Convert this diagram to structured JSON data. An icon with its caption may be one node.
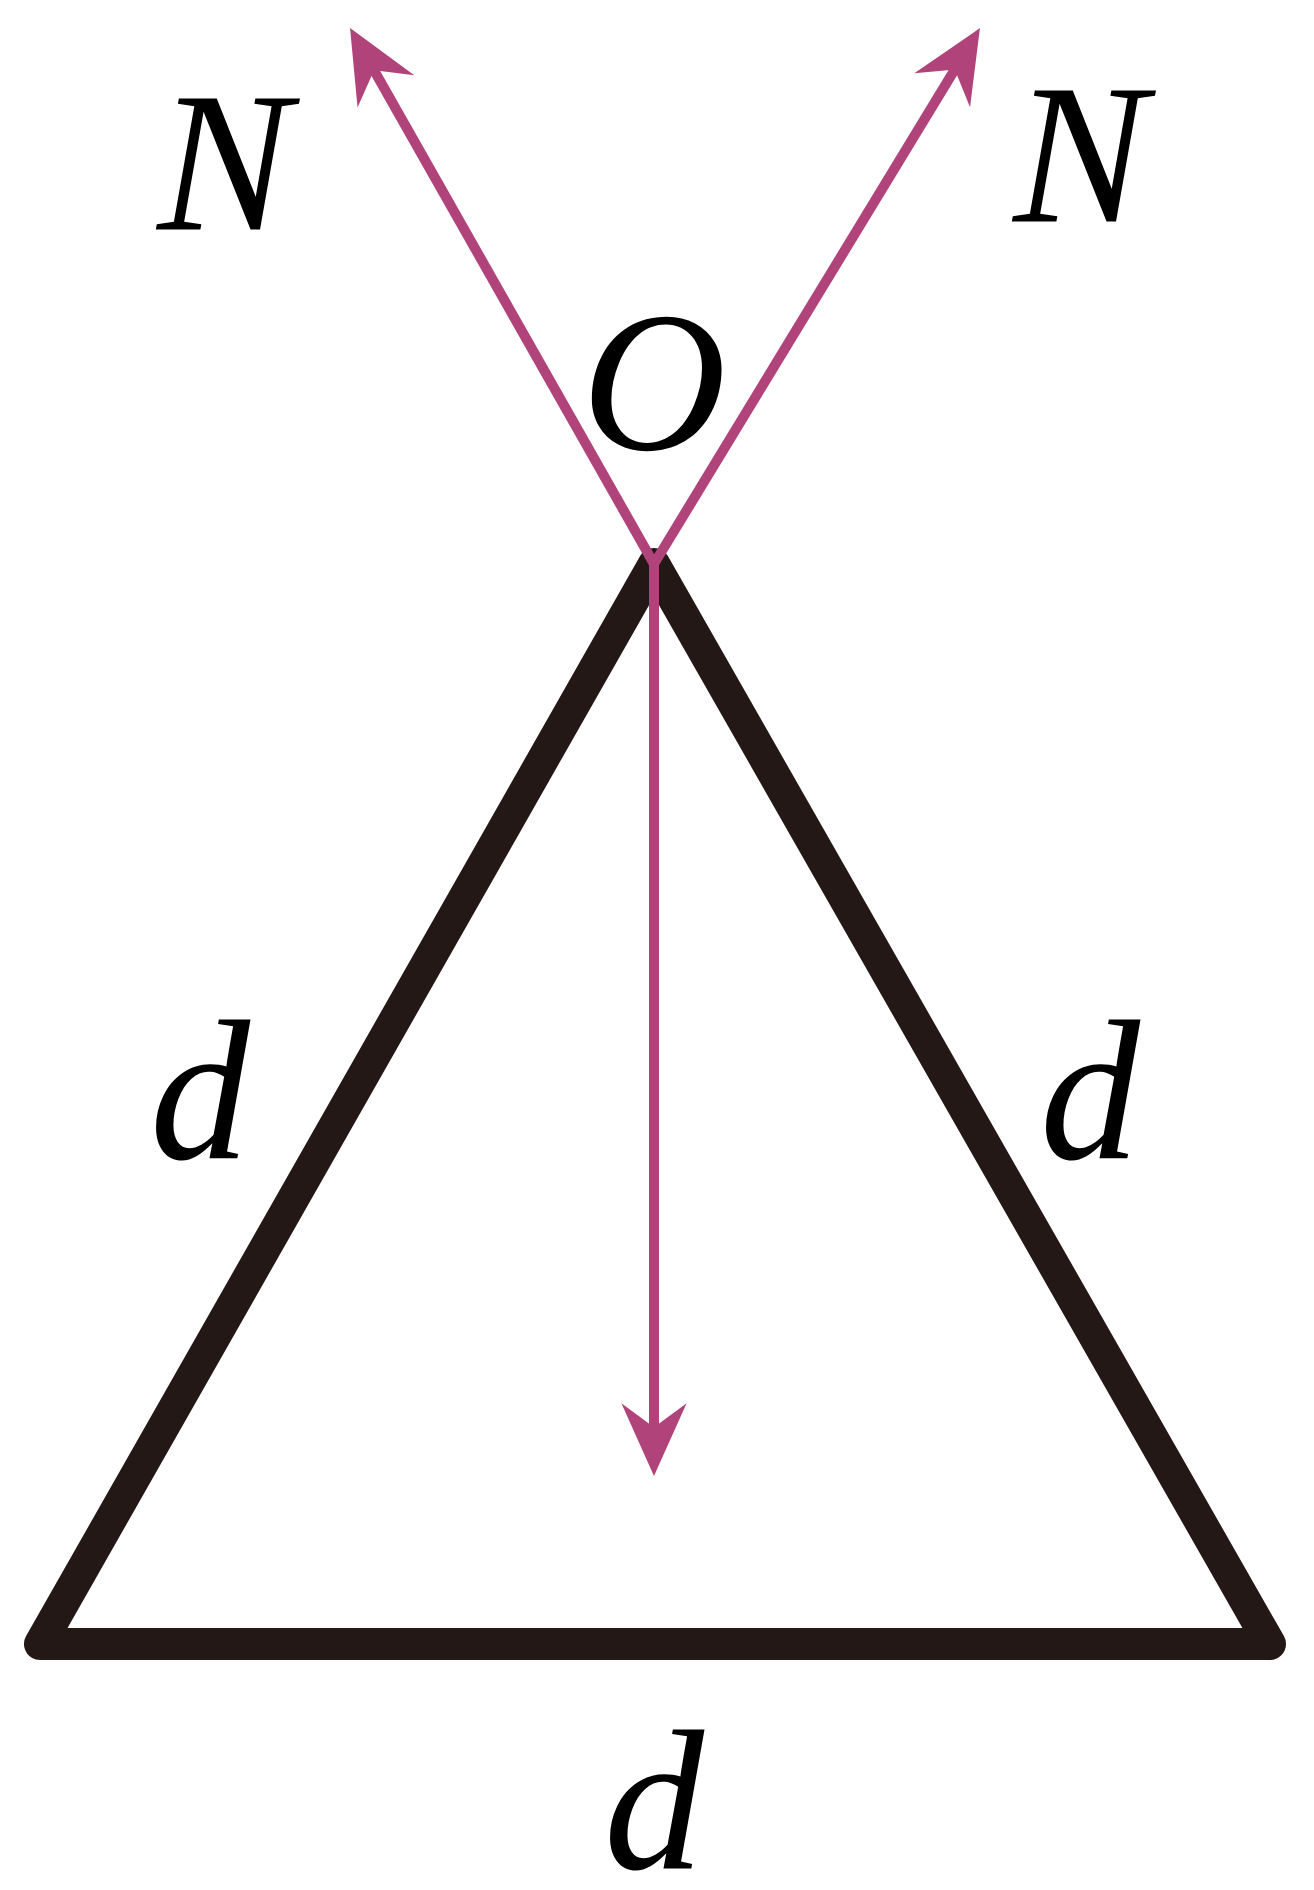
{
  "diagram": {
    "labels": [
      "N",
      "N",
      "O",
      "d",
      "d",
      "d"
    ]
  }
}
